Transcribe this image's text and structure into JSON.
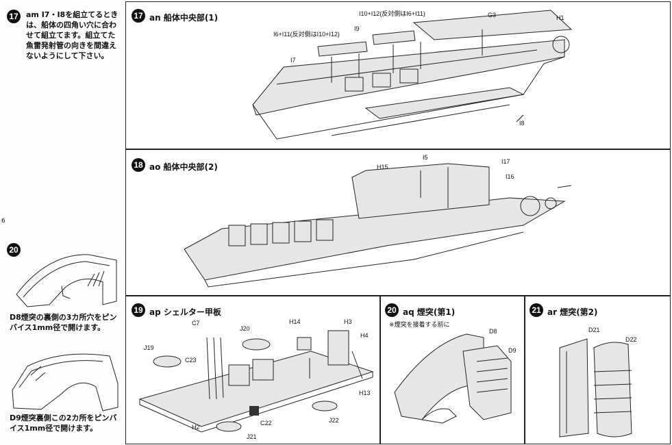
{
  "left_column": {
    "step17": {
      "number": "17",
      "note": "am I7・I8を組立てるときは、船体の四角い穴に合わせて組立てます。組立てた魚雷発射管の向きを間違えないようにして下さい。"
    },
    "step20": {
      "number": "20",
      "note_d8": "D8煙突の裏側の3カ所穴をピンバイス1mm径で開けます。",
      "note_d9": "D9煙突裏側この2カ所をピンバイス1mm径で開けます。"
    }
  },
  "page_mark": "6",
  "panel17": {
    "number": "17",
    "title": "an 船体中央部(1)",
    "labels": [
      "I10+I12(反対側はI6+I11)",
      "I6+I11(反対側はI10+I12)",
      "I9",
      "I7",
      "I8",
      "H1",
      "G3"
    ]
  },
  "panel18": {
    "number": "18",
    "title": "ao 船体中央部(2)",
    "labels": [
      "I5",
      "H15",
      "I17",
      "I16"
    ]
  },
  "panel19": {
    "number": "19",
    "title": "ap シェルター甲板",
    "labels": [
      "C7",
      "J20",
      "H14",
      "H3",
      "H4",
      "J19",
      "C23",
      "H13",
      "H2",
      "C22",
      "J21",
      "J22"
    ]
  },
  "panel20": {
    "number": "20",
    "title": "aq 煙突(第1)",
    "subnote": "※煙突を接着する前に",
    "labels": [
      "D8",
      "D9"
    ]
  },
  "panel21": {
    "number": "21",
    "title": "ar 煙突(第2)",
    "labels": [
      "D21",
      "D22"
    ]
  }
}
